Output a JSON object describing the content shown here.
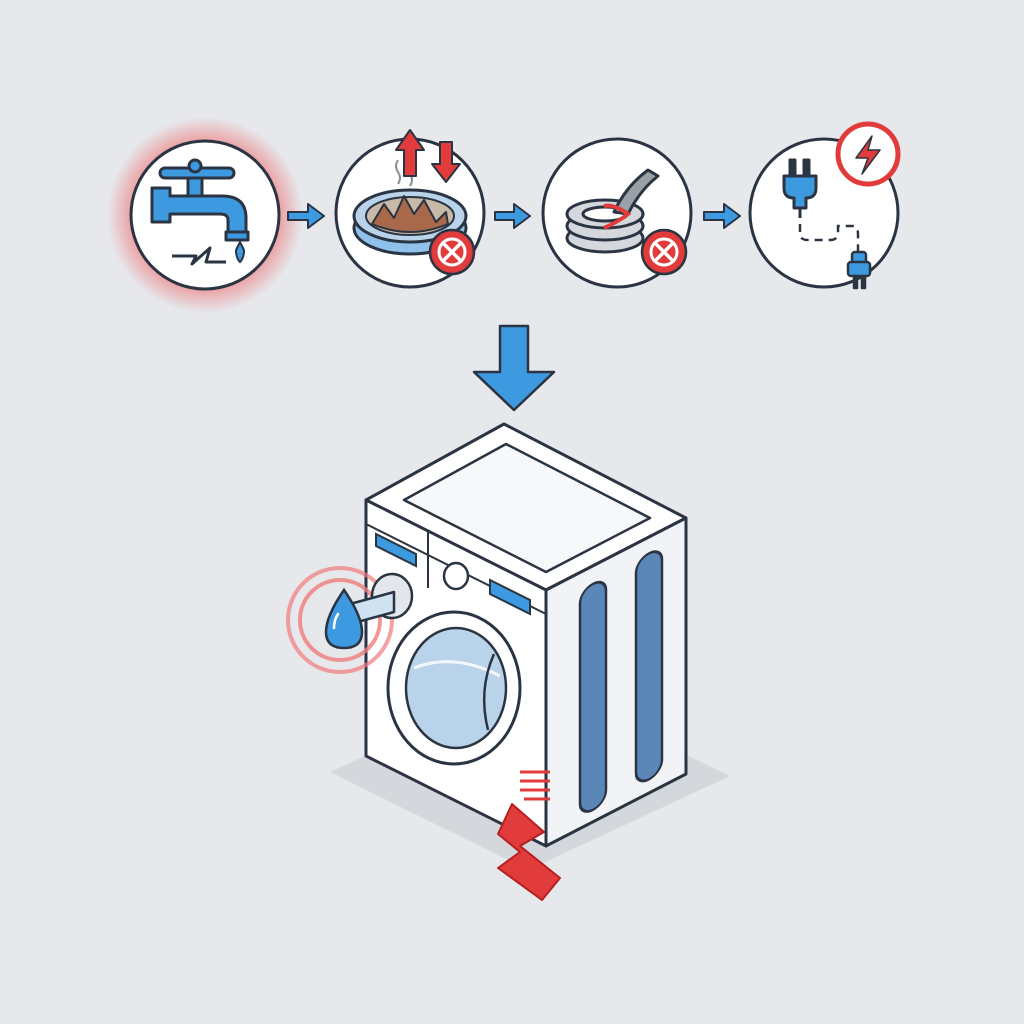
{
  "colors": {
    "background": "#e6e8ec",
    "outline": "#2b3442",
    "accent_blue": "#3d9ae0",
    "alert_red": "#e23b3b",
    "panel_blue": "#5b86b8",
    "glass_blue": "#b9d4ea",
    "sediment_brown": "#a8684a",
    "hose_gray": "#9aa0a6"
  },
  "diagram": {
    "steps": [
      {
        "icon": "water-faucet-icon",
        "state": "highlighted"
      },
      {
        "icon": "inlet-filter-screen-icon",
        "state": "blocked"
      },
      {
        "icon": "coiled-hose-icon",
        "state": "blocked"
      },
      {
        "icon": "power-plug-icon",
        "state": "power-warning"
      }
    ],
    "target": {
      "icon": "washing-machine-icon",
      "alerts": [
        "water-inlet-alert",
        "electrical-fault-alert"
      ]
    }
  }
}
